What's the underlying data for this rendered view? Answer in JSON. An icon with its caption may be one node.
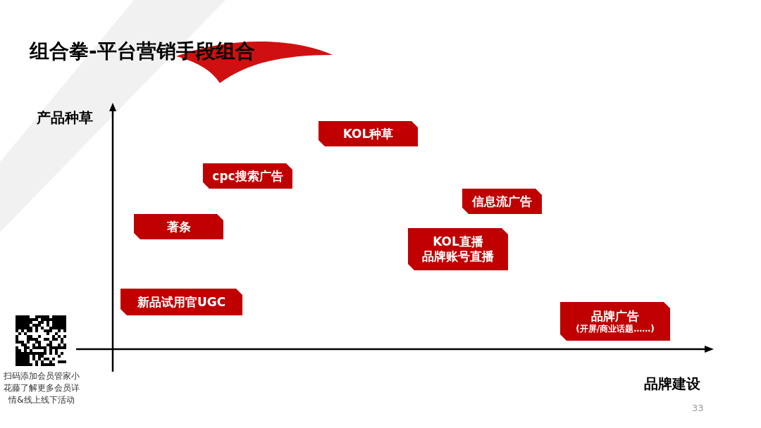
{
  "diagram": {
    "title": "组合拳-平台营销手段组合",
    "nodes": [
      {
        "text": [
          "KOL种草"
        ]
      },
      {
        "text": [
          "cpc搜索广告"
        ]
      },
      {
        "text": [
          "信息流广告"
        ]
      },
      {
        "text": [
          "著条"
        ]
      },
      {
        "text": [
          "KOL直播",
          "品牌账号直播"
        ]
      },
      {
        "text": [
          "新品试用官UGC"
        ]
      },
      {
        "text": [
          "品牌广告",
          "(开屏/商业话题……)"
        ]
      }
    ],
    "edges": [],
    "labels": [
      "产品种草",
      "品牌建设",
      "扫码添加会员管家小花藤了解更多会员详情&线上线下活动",
      "33"
    ]
  }
}
